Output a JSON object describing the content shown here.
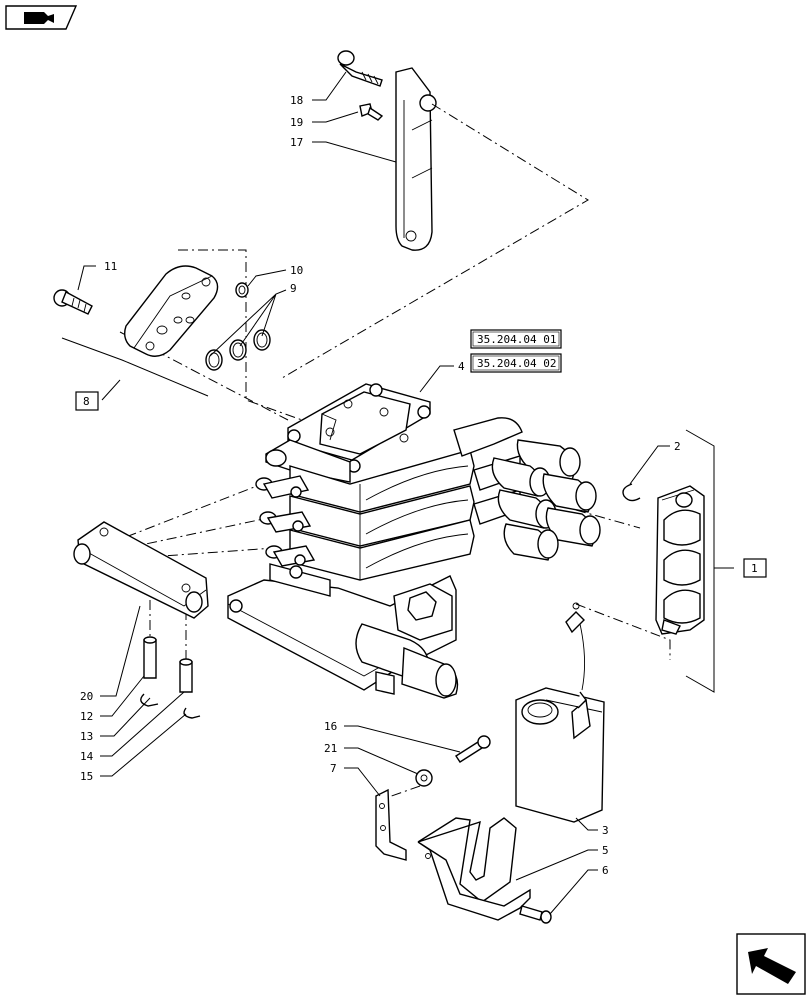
{
  "references": {
    "ref_1": "35.204.04 01",
    "ref_2": "35.204.04 02"
  },
  "box_callouts": {
    "box_8": "8",
    "box_1": "1"
  },
  "callouts": {
    "c18": "18",
    "c19": "19",
    "c17": "17",
    "c11": "11",
    "c10": "10",
    "c9": "9",
    "c4": "4",
    "c2": "2",
    "c20": "20",
    "c12": "12",
    "c13": "13",
    "c14": "14",
    "c15": "15",
    "c16": "16",
    "c21": "21",
    "c7": "7",
    "c3": "3",
    "c5": "5",
    "c6": "6"
  },
  "icons": {
    "top_left": "back-arrow-icon",
    "bottom_right": "next-arrow-icon"
  }
}
